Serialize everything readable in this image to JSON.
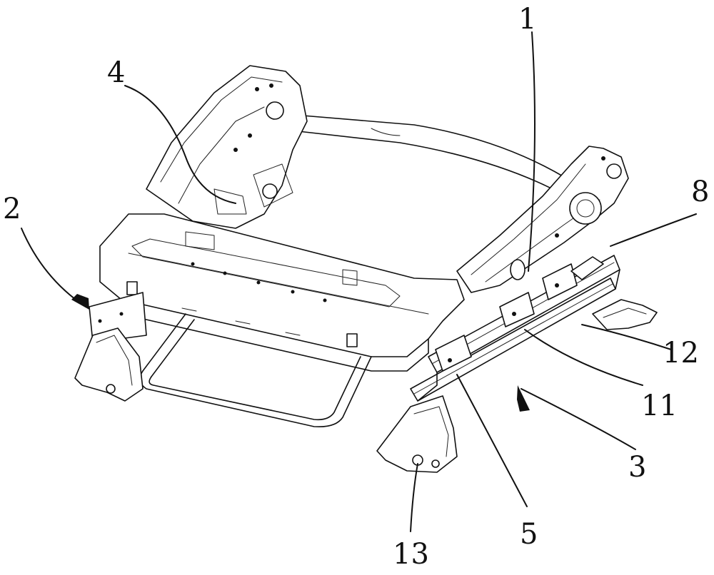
{
  "reference_numerals": {
    "n1": "1",
    "n2": "2",
    "n3": "3",
    "n4": "4",
    "n5": "5",
    "n8": "8",
    "n11": "11",
    "n12": "12",
    "n13": "13"
  }
}
